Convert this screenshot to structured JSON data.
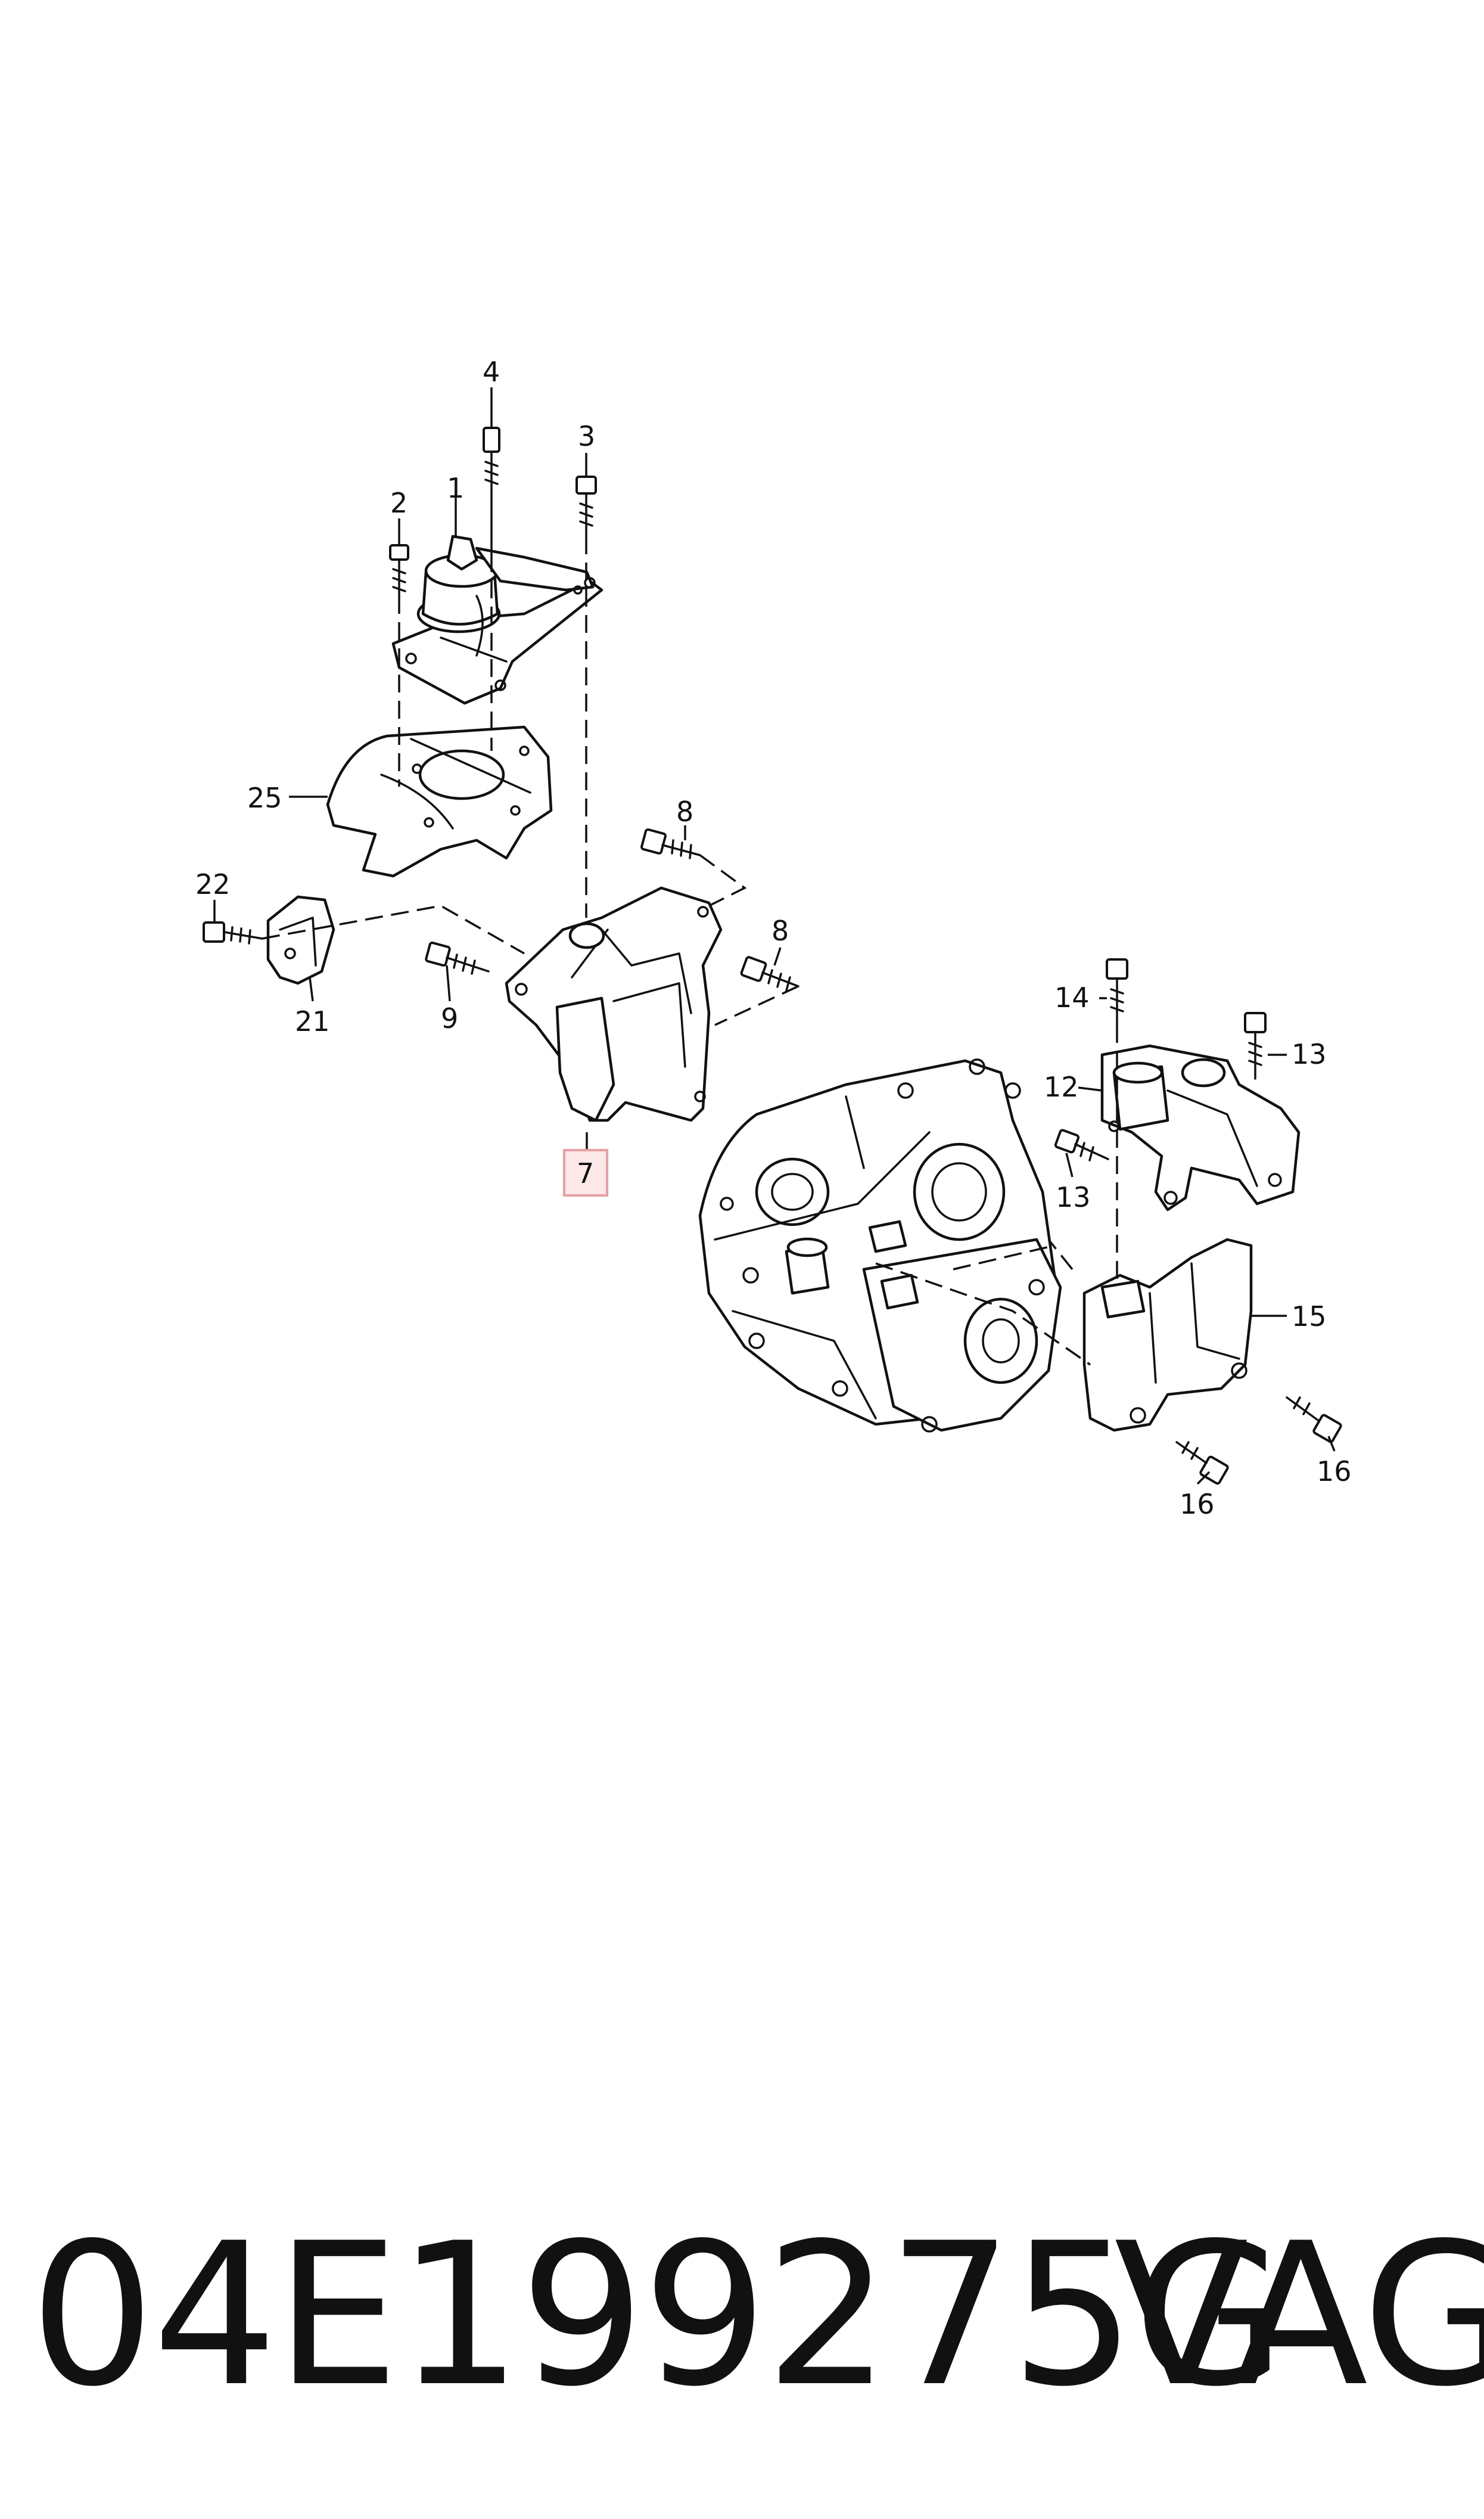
{
  "diagram": {
    "callouts": {
      "c1": "1",
      "c2": "2",
      "c3": "3",
      "c4": "4",
      "c7": "7",
      "c8a": "8",
      "c8b": "8",
      "c9": "9",
      "c12": "12",
      "c13a": "13",
      "c13b": "13",
      "c14": "14",
      "c15": "15",
      "c16a": "16",
      "c16b": "16",
      "c21": "21",
      "c22": "22",
      "c25": "25"
    },
    "highlighted_callout": "7",
    "highlight_color": "#fde8e8"
  },
  "footer": {
    "part_number": "04E199275G",
    "brand": "VAG"
  }
}
